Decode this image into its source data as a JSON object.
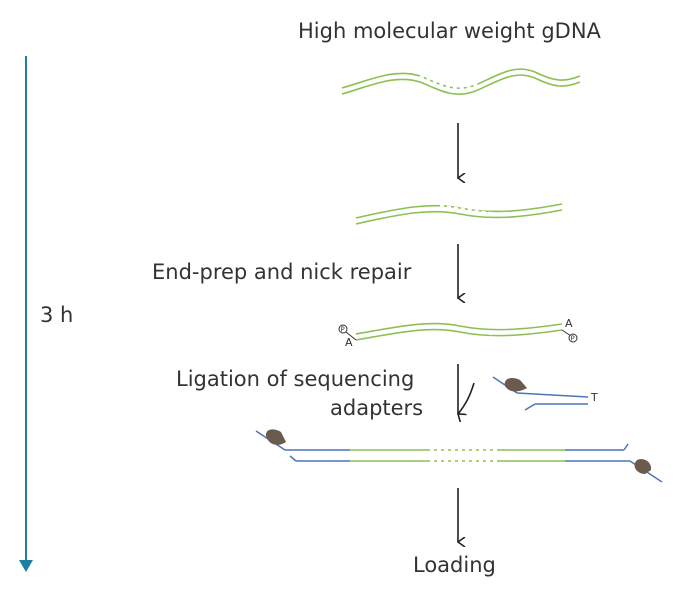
{
  "title": "High molecular weight gDNA",
  "steps": {
    "end_prep": "End-prep and nick repair",
    "ligation_line1": "Ligation of sequencing",
    "ligation_line2": "adapters",
    "loading": "Loading"
  },
  "timeline": {
    "duration": "3 h"
  },
  "markers": {
    "a_tail": "A",
    "t_overhang": "T",
    "phosphate": "P"
  },
  "colors": {
    "dna": "#8cc152",
    "adapter": "#4a74b8",
    "motor_protein": "#6b5a4e",
    "timeline": "#1f7fa0",
    "arrow": "#222222"
  }
}
